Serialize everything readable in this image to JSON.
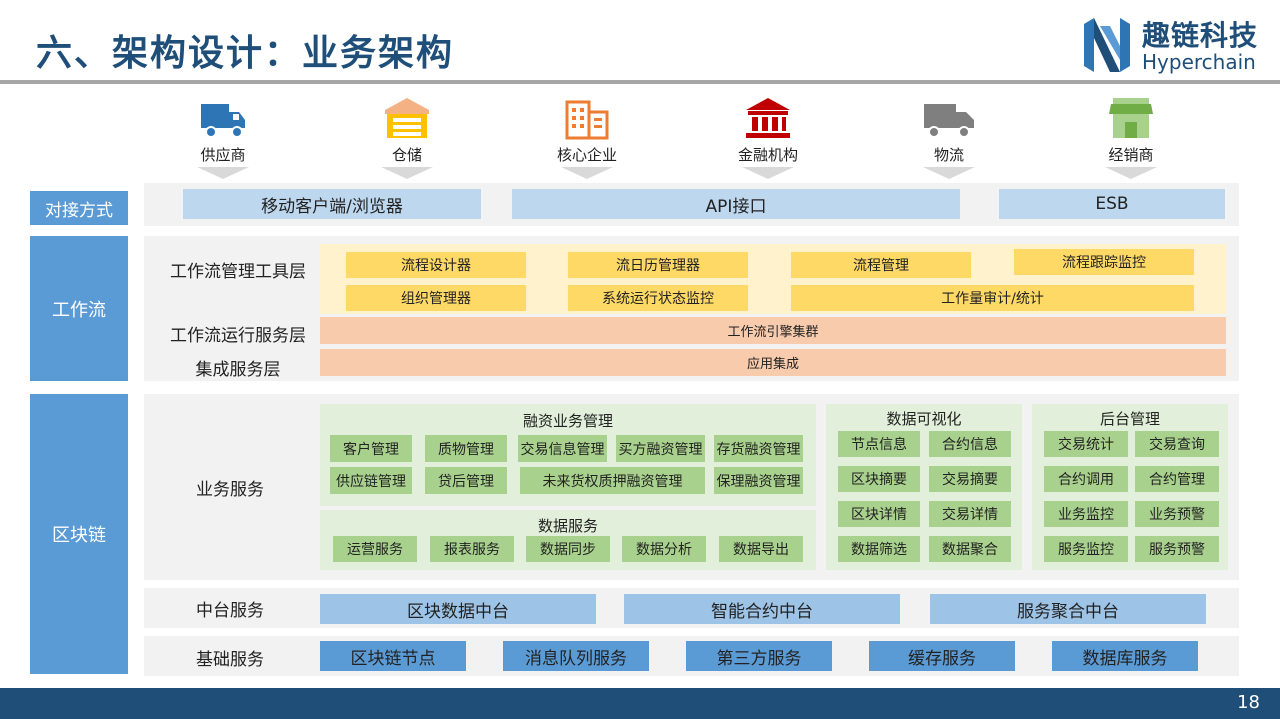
{
  "header": {
    "title": "六、架构设计：业务架构",
    "logo_cn": "趣链科技",
    "logo_en": "Hyperchain",
    "accent": "#1f4e79"
  },
  "actors": [
    {
      "label": "供应商",
      "icon": "truck-icon",
      "color": "#2e75b6"
    },
    {
      "label": "仓储",
      "icon": "warehouse-icon",
      "color": "#f4b183"
    },
    {
      "label": "核心企业",
      "icon": "building-icon",
      "color": "#f4b183"
    },
    {
      "label": "金融机构",
      "icon": "bank-icon",
      "color": "#c00000"
    },
    {
      "label": "物流",
      "icon": "truck-icon",
      "color": "#7f7f7f"
    },
    {
      "label": "经销商",
      "icon": "store-icon",
      "color": "#70ad47"
    }
  ],
  "access": {
    "label": "对接方式",
    "items": [
      "移动客户端/浏览器",
      "API接口",
      "ESB"
    ]
  },
  "workflow": {
    "label": "工作流",
    "tools_layer": "工作流管理工具层",
    "tools": [
      "流程设计器",
      "流日历管理器",
      "流程管理",
      "流程跟踪监控",
      "组织管理器",
      "系统运行状态监控",
      "工作量审计/统计"
    ],
    "run_layer": "工作流运行服务层",
    "run_item": "工作流引擎集群",
    "integ_layer": "集成服务层",
    "integ_item": "应用集成"
  },
  "blockchain": {
    "label": "区块链",
    "biz_label": "业务服务",
    "finance": {
      "title": "融资业务管理",
      "items": [
        "客户管理",
        "质物管理",
        "交易信息管理",
        "买方融资管理",
        "存货融资管理",
        "供应链管理",
        "贷后管理",
        "未来货权质押融资管理",
        "保理融资管理"
      ]
    },
    "data_service": {
      "title": "数据服务",
      "items": [
        "运营服务",
        "报表服务",
        "数据同步",
        "数据分析",
        "数据导出"
      ]
    },
    "visual": {
      "title": "数据可视化",
      "items": [
        "节点信息",
        "合约信息",
        "区块摘要",
        "交易摘要",
        "区块详情",
        "交易详情",
        "数据筛选",
        "数据聚合"
      ]
    },
    "backend": {
      "title": "后台管理",
      "items": [
        "交易统计",
        "交易查询",
        "合约调用",
        "合约管理",
        "业务监控",
        "业务预警",
        "服务监控",
        "服务预警"
      ]
    },
    "middle": {
      "label": "中台服务",
      "items": [
        "区块数据中台",
        "智能合约中台",
        "服务聚合中台"
      ]
    },
    "base": {
      "label": "基础服务",
      "items": [
        "区块链节点",
        "消息队列服务",
        "第三方服务",
        "缓存服务",
        "数据库服务"
      ]
    }
  },
  "footer": {
    "page": "18"
  }
}
